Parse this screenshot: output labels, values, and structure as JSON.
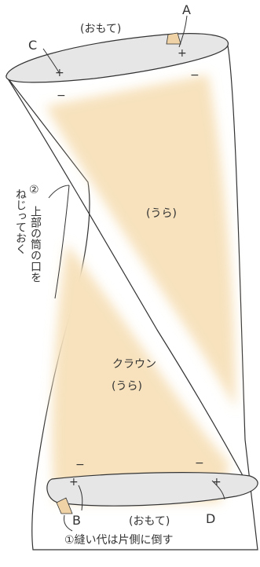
{
  "labels": {
    "top_face": "(おもて)",
    "point_a": "A",
    "point_c": "C",
    "inner_right": "(うら)",
    "crown_name": "クラウン",
    "crown_inner": "(うら)",
    "point_b": "B",
    "point_d": "D",
    "bottom_face": "(おもて)",
    "note_1": "①縫い代は片側に倒す",
    "note_2_mark": "②",
    "note_2_line1": "上部の筒の口を",
    "note_2_line2": "ねじっておく",
    "plus": "+",
    "minus": "−"
  },
  "colors": {
    "lining": "#f7e2bd",
    "rim_fill": "#e6e6e6",
    "seam_allowance": "#efd3a6",
    "outline": "#333333"
  }
}
